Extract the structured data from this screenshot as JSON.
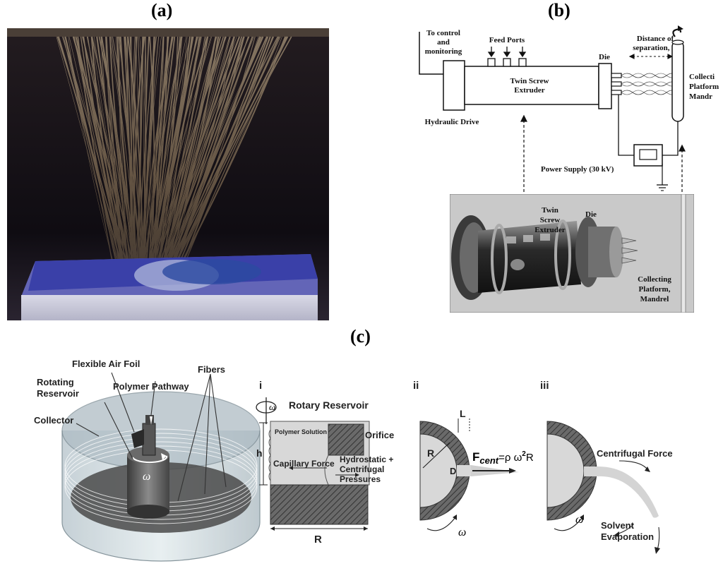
{
  "panels": {
    "a": "(a)",
    "b": "(b)",
    "c": "(c)"
  },
  "panel_b": {
    "to_control": [
      "To control",
      "and",
      "monitoring"
    ],
    "feed_ports": "Feed Ports",
    "twin_screw_extruder": [
      "Twin Screw",
      "Extruder"
    ],
    "die": "Die",
    "distance": [
      "Distance of",
      "separation, H"
    ],
    "collecting_platform_top": [
      "Collecti",
      "Platform",
      "Mandr"
    ],
    "hydraulic_drive": "Hydraulic Drive",
    "power_supply": "Power Supply (30 kV)",
    "photo_twin_screw": [
      "Twin",
      "Screw",
      "Extruder"
    ],
    "photo_die": "Die",
    "photo_collecting": [
      "Collecting",
      "Platform,",
      "Mandrel"
    ]
  },
  "panel_c_left": {
    "flexible_air_foil": "Flexible Air Foil",
    "rotating_reservoir": [
      "Rotating",
      "Reservoir"
    ],
    "polymer_pathway": "Polymer Pathway",
    "fibers": "Fibers",
    "collector": "Collector",
    "omega": "ω"
  },
  "panel_c_i": {
    "numeral": "i",
    "rotary_reservoir": "Rotary Reservoir",
    "polymer_solution": "Polymer Solution",
    "orifice": "Orifice",
    "h": "h",
    "capillary_force": "Capillary Force",
    "hydrostatic": [
      "Hydrostatic +",
      "Centrifugal",
      "Pressures"
    ],
    "R": "R",
    "omega": "ω"
  },
  "panel_c_ii": {
    "numeral": "ii",
    "L": "L",
    "R": "R",
    "D": "D",
    "f_cent": "F",
    "f_cent_sub": "cent",
    "equation": "=ρ ω",
    "equation_sup": "2",
    "equation_end": "R",
    "omega": "ω"
  },
  "panel_c_iii": {
    "numeral": "iii",
    "centrifugal_force": "Centrifugal Force",
    "solvent_evaporation": [
      "Solvent",
      "Evaporation"
    ],
    "omega": "ω"
  },
  "colors": {
    "photo_dark": "#0d0a10",
    "fiber": "#c8ae86",
    "box_blue": "#4a50b8",
    "gray_bg": "#c8c8c8",
    "hatch": "#555555"
  }
}
